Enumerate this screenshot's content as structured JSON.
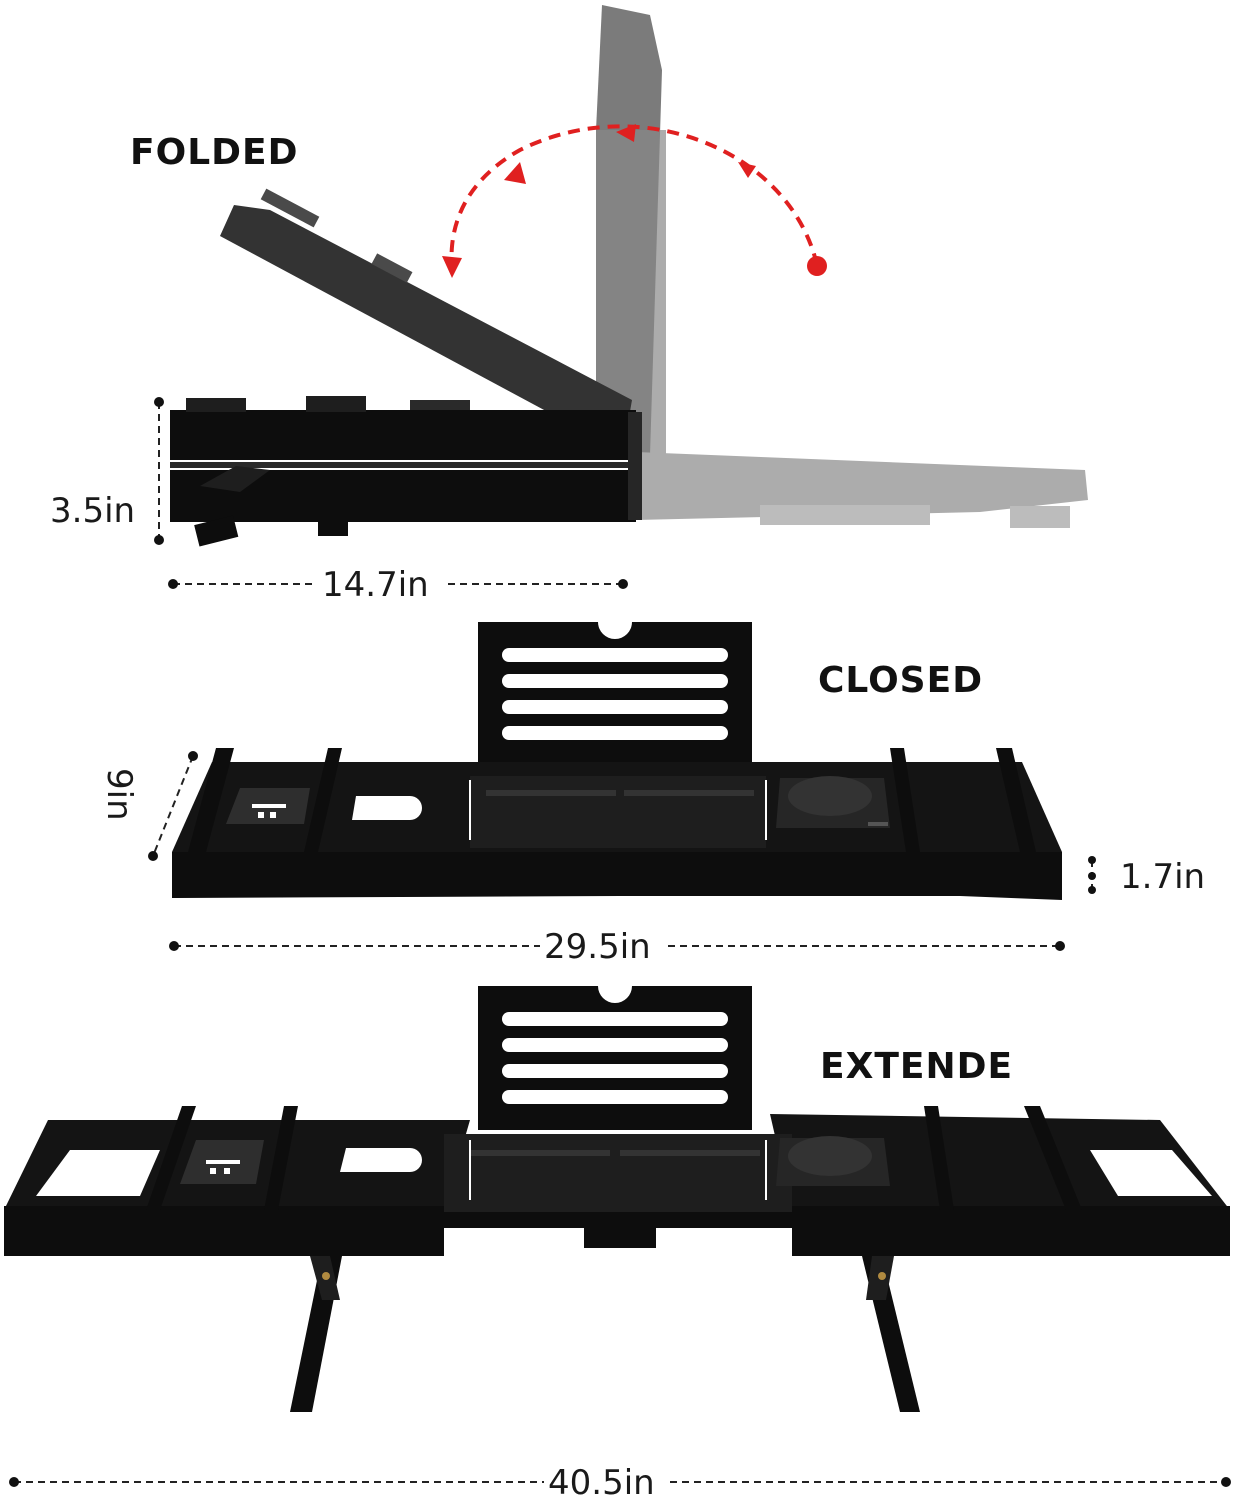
{
  "labels": {
    "folded": "FOLDED",
    "closed": "CLOSED",
    "extended": "EXTENDE"
  },
  "dimensions": {
    "folded_height": "3.5in",
    "folded_length": "14.7in",
    "closed_depth": "9in",
    "closed_thickness": "1.7in",
    "closed_length": "29.5in",
    "extended_length": "40.5in"
  },
  "colors": {
    "tray": "#0d0d0d",
    "tray_edge": "#2a2a2a",
    "ghost": "#8a8a8a",
    "rotation_arrow": "#e02020",
    "background": "#ffffff"
  },
  "icons": {
    "rotation": "rotation-arrow-icon"
  }
}
